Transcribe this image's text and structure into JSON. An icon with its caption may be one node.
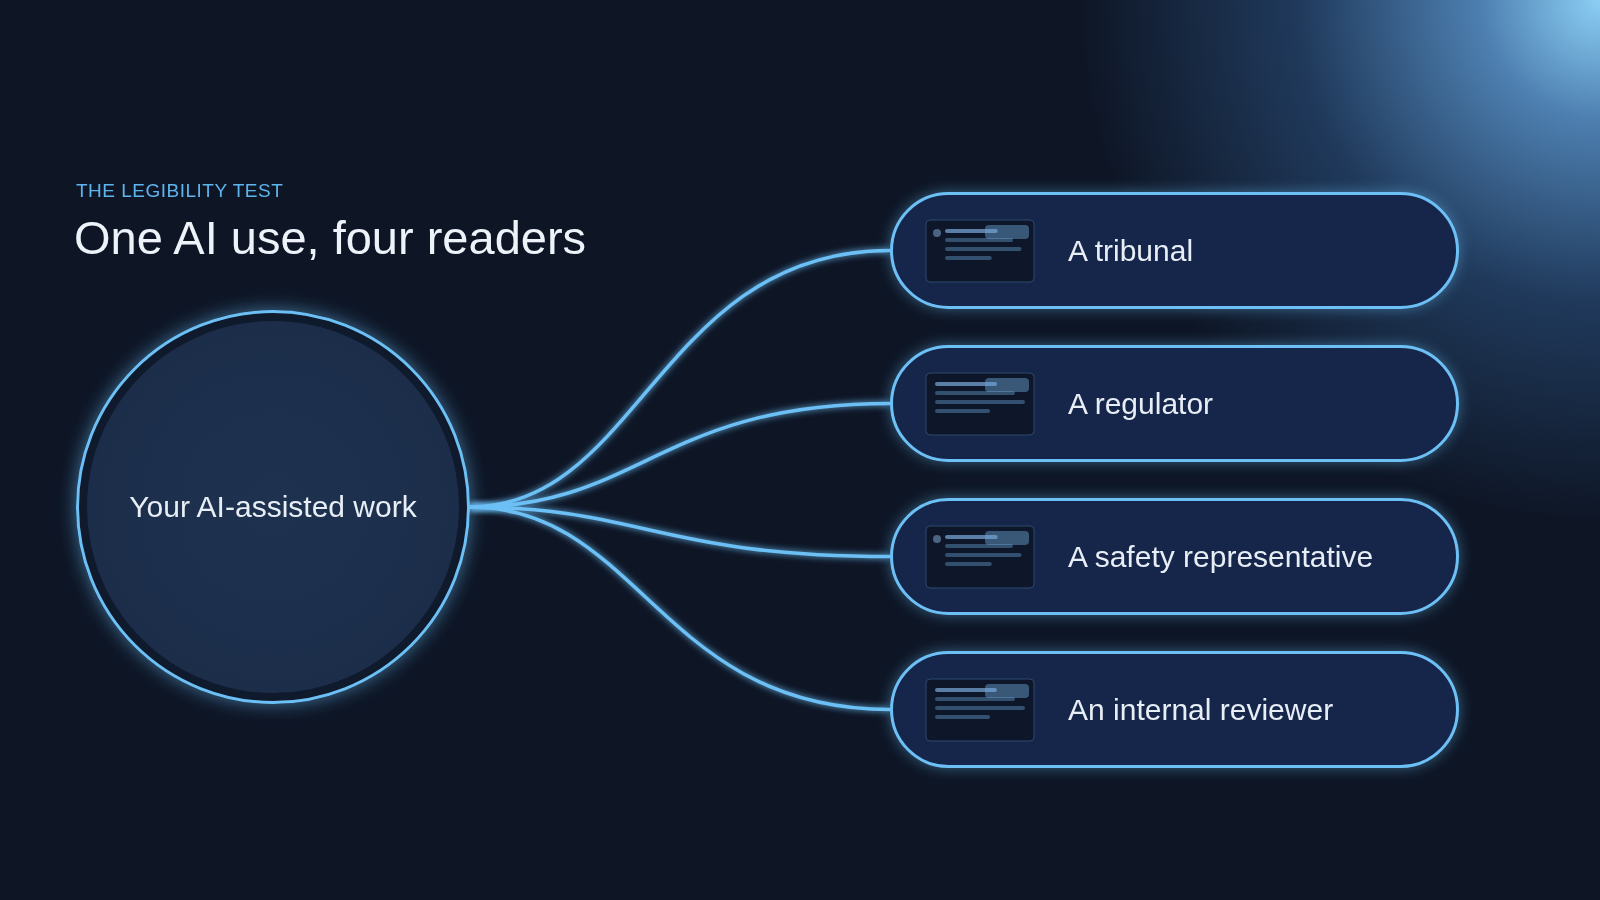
{
  "diagram": {
    "title": "One AI use, four readers",
    "nodes": [
      {
        "text": [
          "Your AI-assisted work"
        ]
      },
      {
        "text": [
          "A tribunal"
        ]
      },
      {
        "text": [
          "A regulator"
        ]
      },
      {
        "text": [
          "A safety representative"
        ]
      },
      {
        "text": [
          "An internal reviewer"
        ]
      }
    ],
    "edges": [
      {
        "from": 0,
        "to": 1,
        "arrow": "none"
      },
      {
        "from": 0,
        "to": 2,
        "arrow": "none"
      },
      {
        "from": 0,
        "to": 3,
        "arrow": "none"
      },
      {
        "from": 0,
        "to": 4,
        "arrow": "none"
      }
    ],
    "labels": [
      "THE LEGIBILITY TEST"
    ]
  }
}
